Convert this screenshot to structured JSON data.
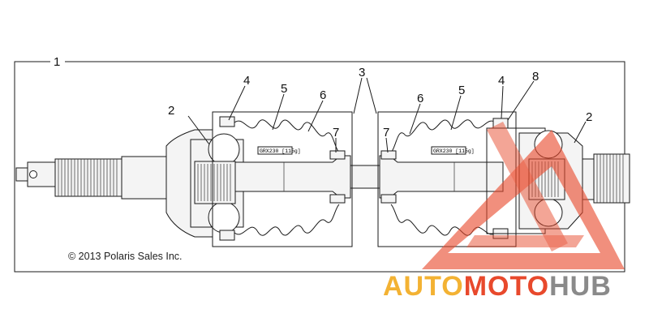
{
  "callouts": {
    "c1": "1",
    "c2_left": "2",
    "c2_right": "2",
    "c3": "3",
    "c4_left": "4",
    "c4_right": "4",
    "c5_left": "5",
    "c5_right": "5",
    "c6_left": "6",
    "c6_right": "6",
    "c7_left": "7",
    "c7_right": "7",
    "c8": "8"
  },
  "boot_label_left": "GRX230 [115g]",
  "boot_label_right": "GRX230 [115g]",
  "copyright": "© 2013 Polaris Sales Inc.",
  "watermark": {
    "part1": "AUTO",
    "part2": "MOTO",
    "part3": "HUB",
    "color1": "#f3b233",
    "color2": "#e8492c",
    "color3": "#8a8a8a"
  }
}
